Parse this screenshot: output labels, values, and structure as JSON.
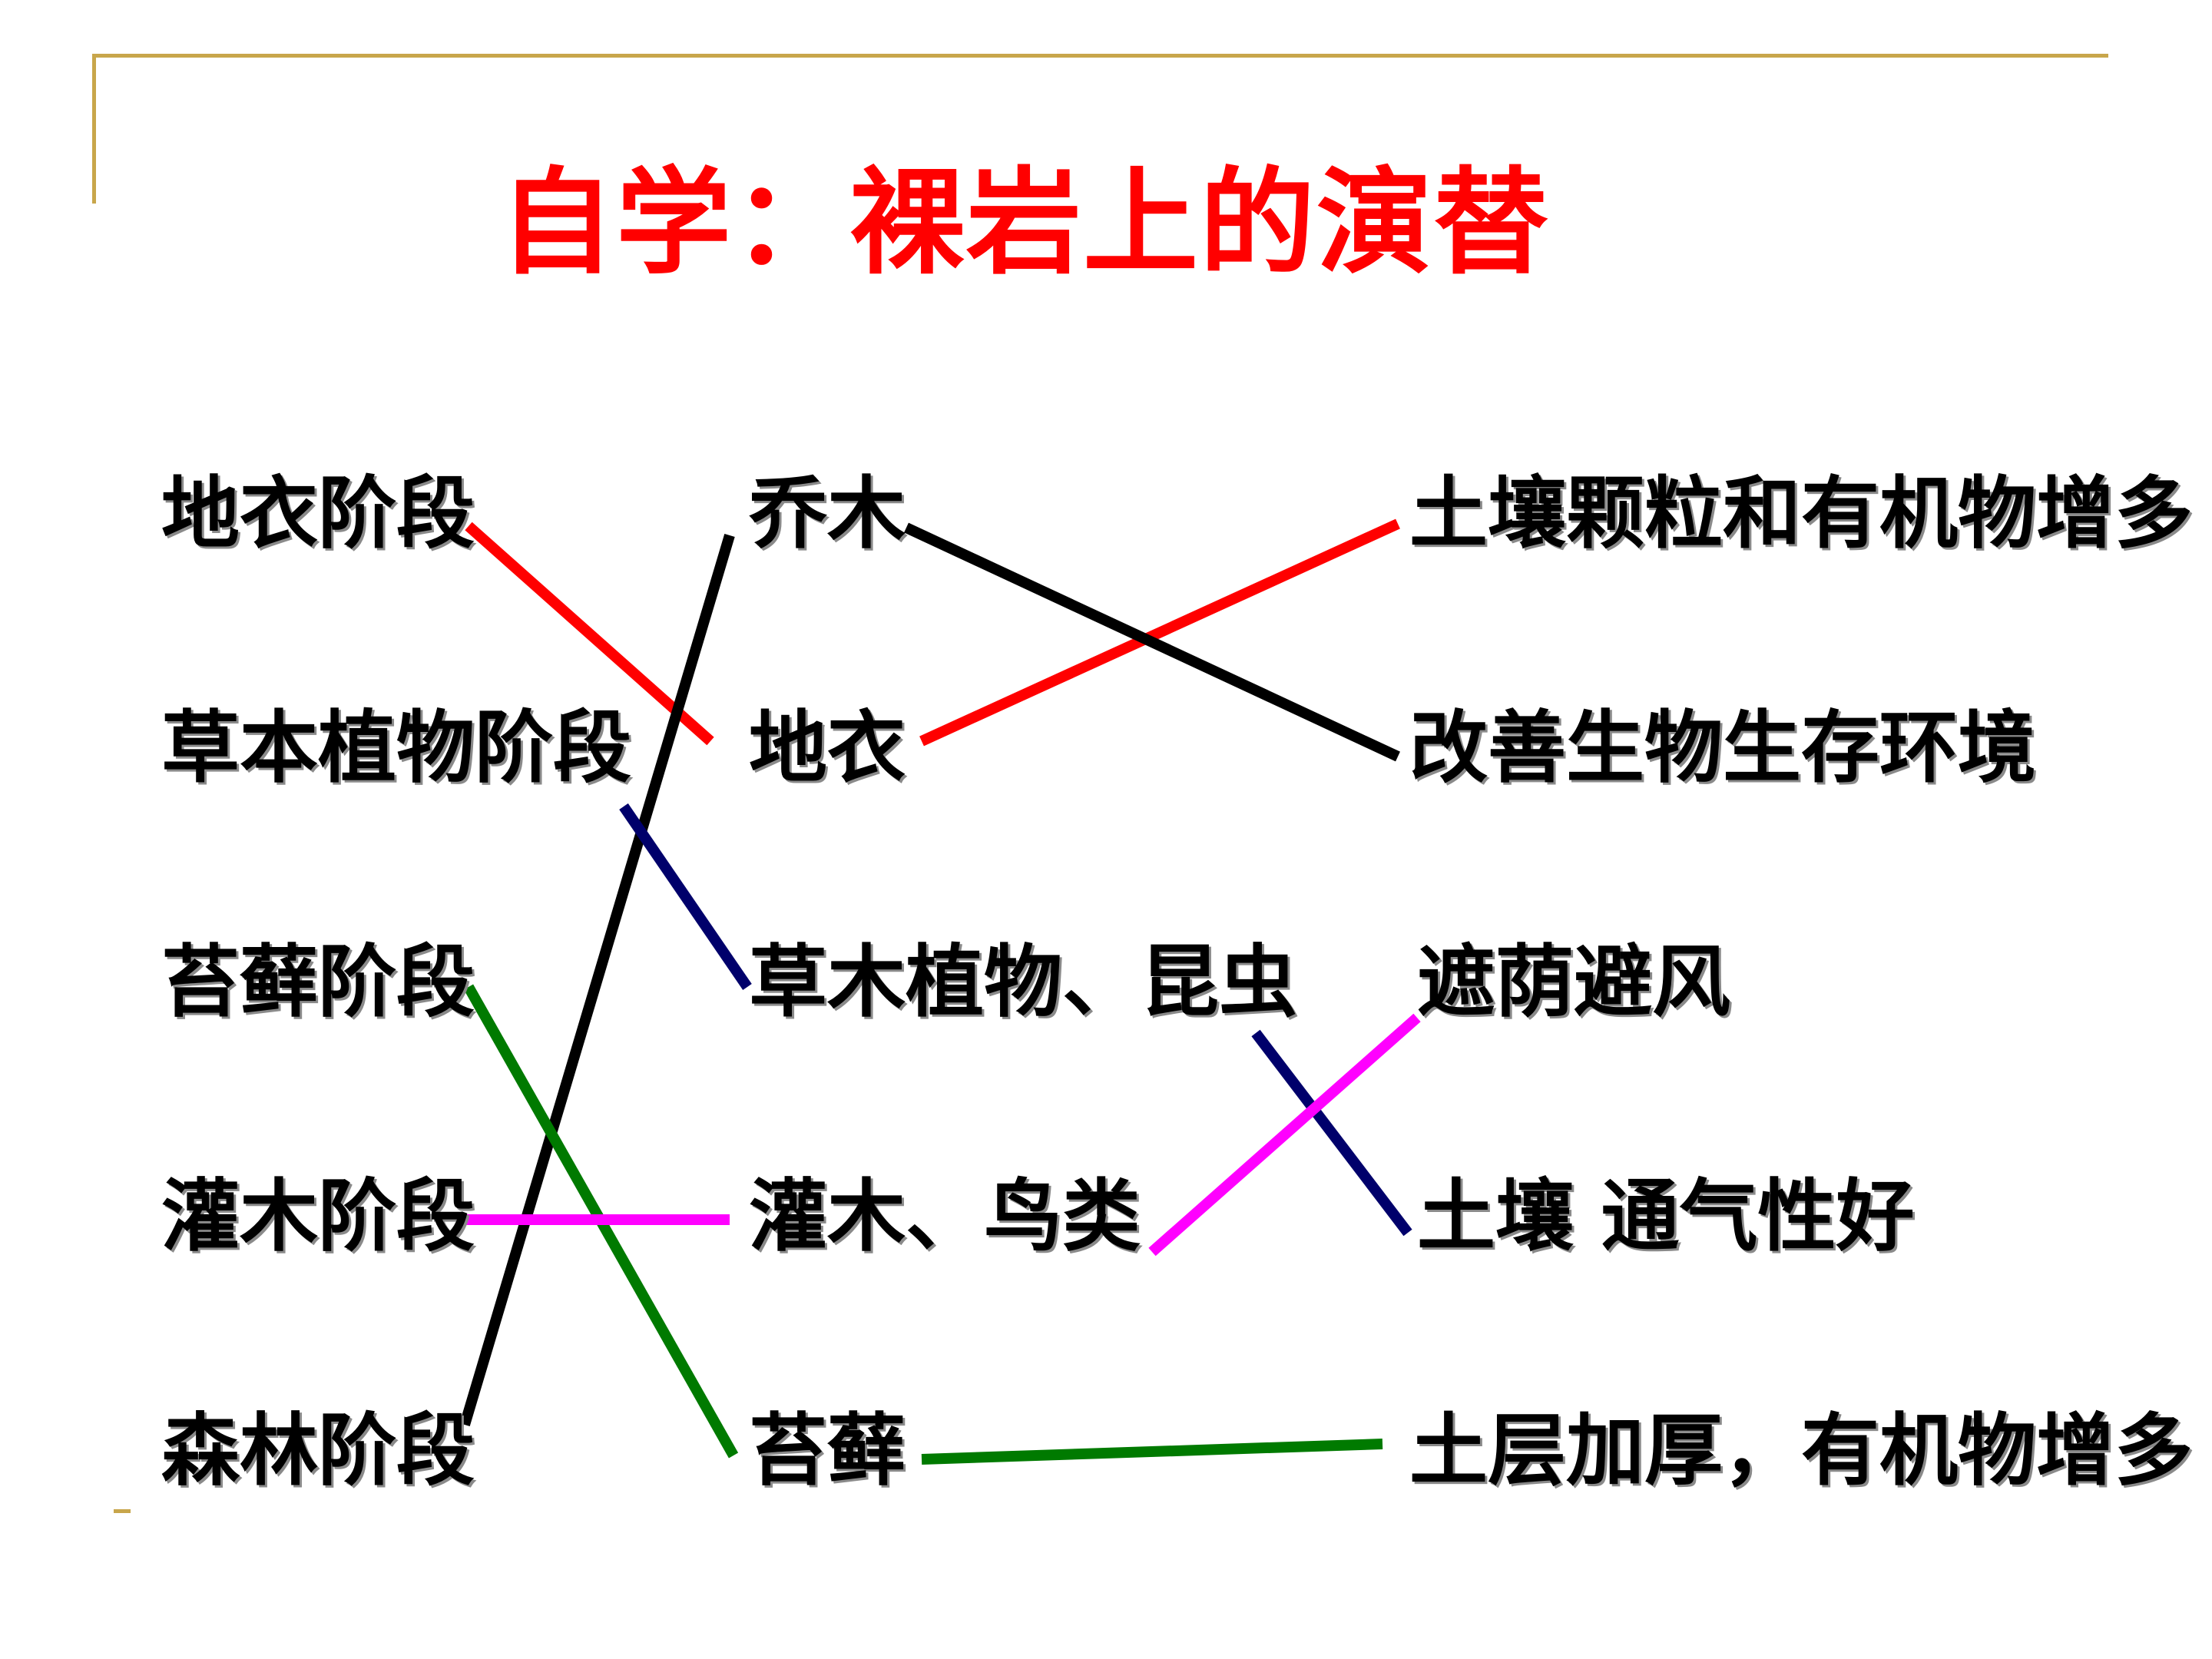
{
  "title": "自学：裸岩上的演替",
  "stages": [
    "地衣阶段",
    "草本植物阶段",
    "苔藓阶段",
    "灌木阶段",
    "森林阶段"
  ],
  "organisms": [
    "乔木",
    "地衣",
    "草木植物、昆虫",
    "灌木、鸟类",
    "苔藓"
  ],
  "effects": [
    "土壤颗粒和有机物增多",
    "改善生物生存环境",
    "遮荫避风",
    "土壤 通气性好",
    "土层加厚，有机物增多"
  ],
  "colors": {
    "title": "#ff0000",
    "frame": "#c8a64b",
    "red": "#ff0000",
    "black": "#000000",
    "navy": "#00006b",
    "magenta": "#ff00ff",
    "green": "#007a00"
  },
  "connections": [
    {
      "from": "地衣阶段",
      "to": "地衣",
      "color": "#ff0000"
    },
    {
      "from": "森林阶段",
      "to": "乔木",
      "color": "#000000"
    },
    {
      "from": "草本植物阶段",
      "to": "草木植物、昆虫",
      "color": "#00006b"
    },
    {
      "from": "苔藓阶段",
      "to": "苔藓",
      "color": "#007a00"
    },
    {
      "from": "灌木阶段",
      "to": "灌木、鸟类",
      "color": "#ff00ff"
    },
    {
      "from": "地衣",
      "to": "土壤颗粒和有机物增多",
      "color": "#ff0000"
    },
    {
      "from": "乔木",
      "to": "改善生物生存环境",
      "color": "#000000"
    },
    {
      "from": "草木植物、昆虫",
      "to": "土壤 通气性好",
      "color": "#00006b"
    },
    {
      "from": "灌木、鸟类",
      "to": "遮荫避风",
      "color": "#ff00ff"
    },
    {
      "from": "苔藓",
      "to": "土层加厚，有机物增多",
      "color": "#007a00"
    }
  ]
}
